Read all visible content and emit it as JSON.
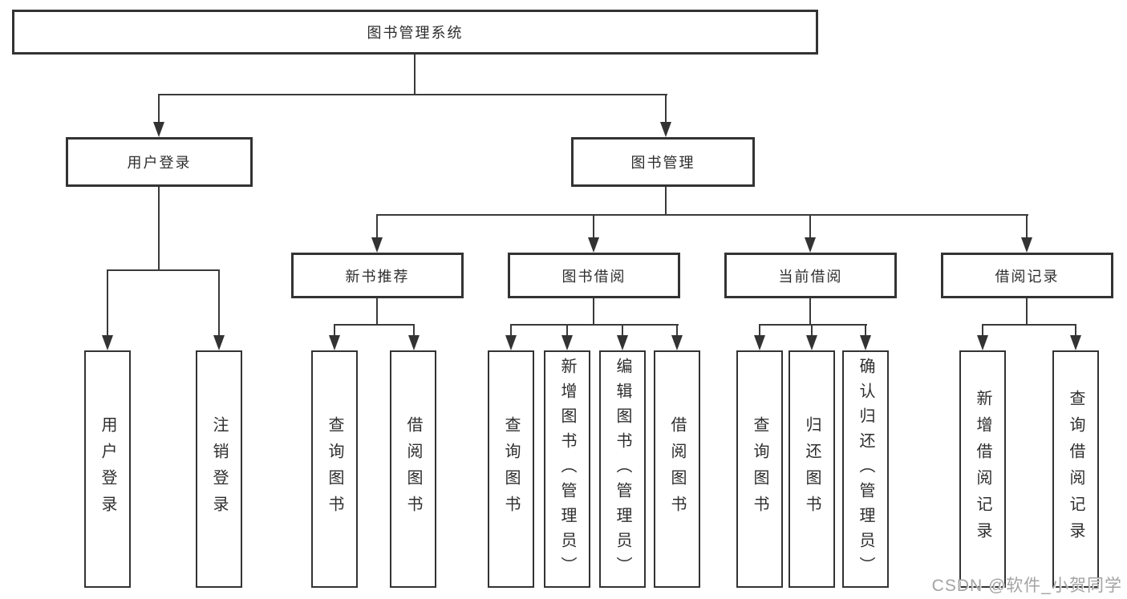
{
  "tree": {
    "label": "图书管理系统",
    "children": [
      {
        "label": "用户登录",
        "children": [
          {
            "label": "用户登录"
          },
          {
            "label": "注销登录"
          }
        ]
      },
      {
        "label": "图书管理",
        "children": [
          {
            "label": "新书推荐",
            "children": [
              {
                "label": "查询图书"
              },
              {
                "label": "借阅图书"
              }
            ]
          },
          {
            "label": "图书借阅",
            "children": [
              {
                "label": "查询图书"
              },
              {
                "label": "新增图书（管理员）"
              },
              {
                "label": "编辑图书（管理员）"
              },
              {
                "label": "借阅图书"
              }
            ]
          },
          {
            "label": "当前借阅",
            "children": [
              {
                "label": "查询图书"
              },
              {
                "label": "归还图书"
              },
              {
                "label": "确认归还（管理员）"
              }
            ]
          },
          {
            "label": "借阅记录",
            "children": [
              {
                "label": "新增借阅记录"
              },
              {
                "label": "查询借阅记录"
              }
            ]
          }
        ]
      }
    ]
  },
  "watermark": {
    "text": "CSDN @软件_小贺同学"
  },
  "colors": {
    "line": "#3a3a3a",
    "border": "#333333",
    "text": "#2e2e2e",
    "watermark": "#a3a3a3",
    "background": "#ffffff"
  }
}
